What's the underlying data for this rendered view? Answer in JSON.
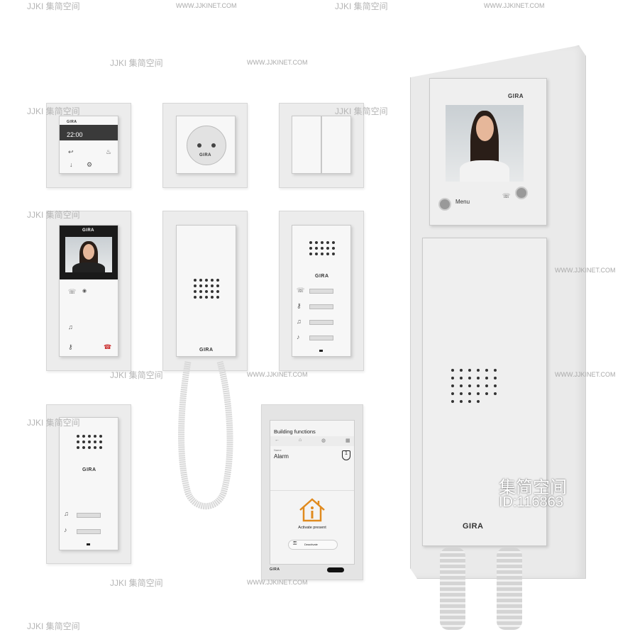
{
  "brand": "GIRA",
  "thermostat": {
    "time": "22:00"
  },
  "video_station": {
    "menu_label": "Menu"
  },
  "touch_panel": {
    "title": "Building functions",
    "section_label": "Name",
    "item": "Alarm",
    "badge": "1",
    "action": "Activate present",
    "button": "Deactivate"
  },
  "watermark": {
    "site": "WWW.JJKINET.COM",
    "logo": "JJKI 集简空间",
    "big_title": "集简空间",
    "id": "ID:116863"
  },
  "colors": {
    "accent": "#e08a1e"
  }
}
